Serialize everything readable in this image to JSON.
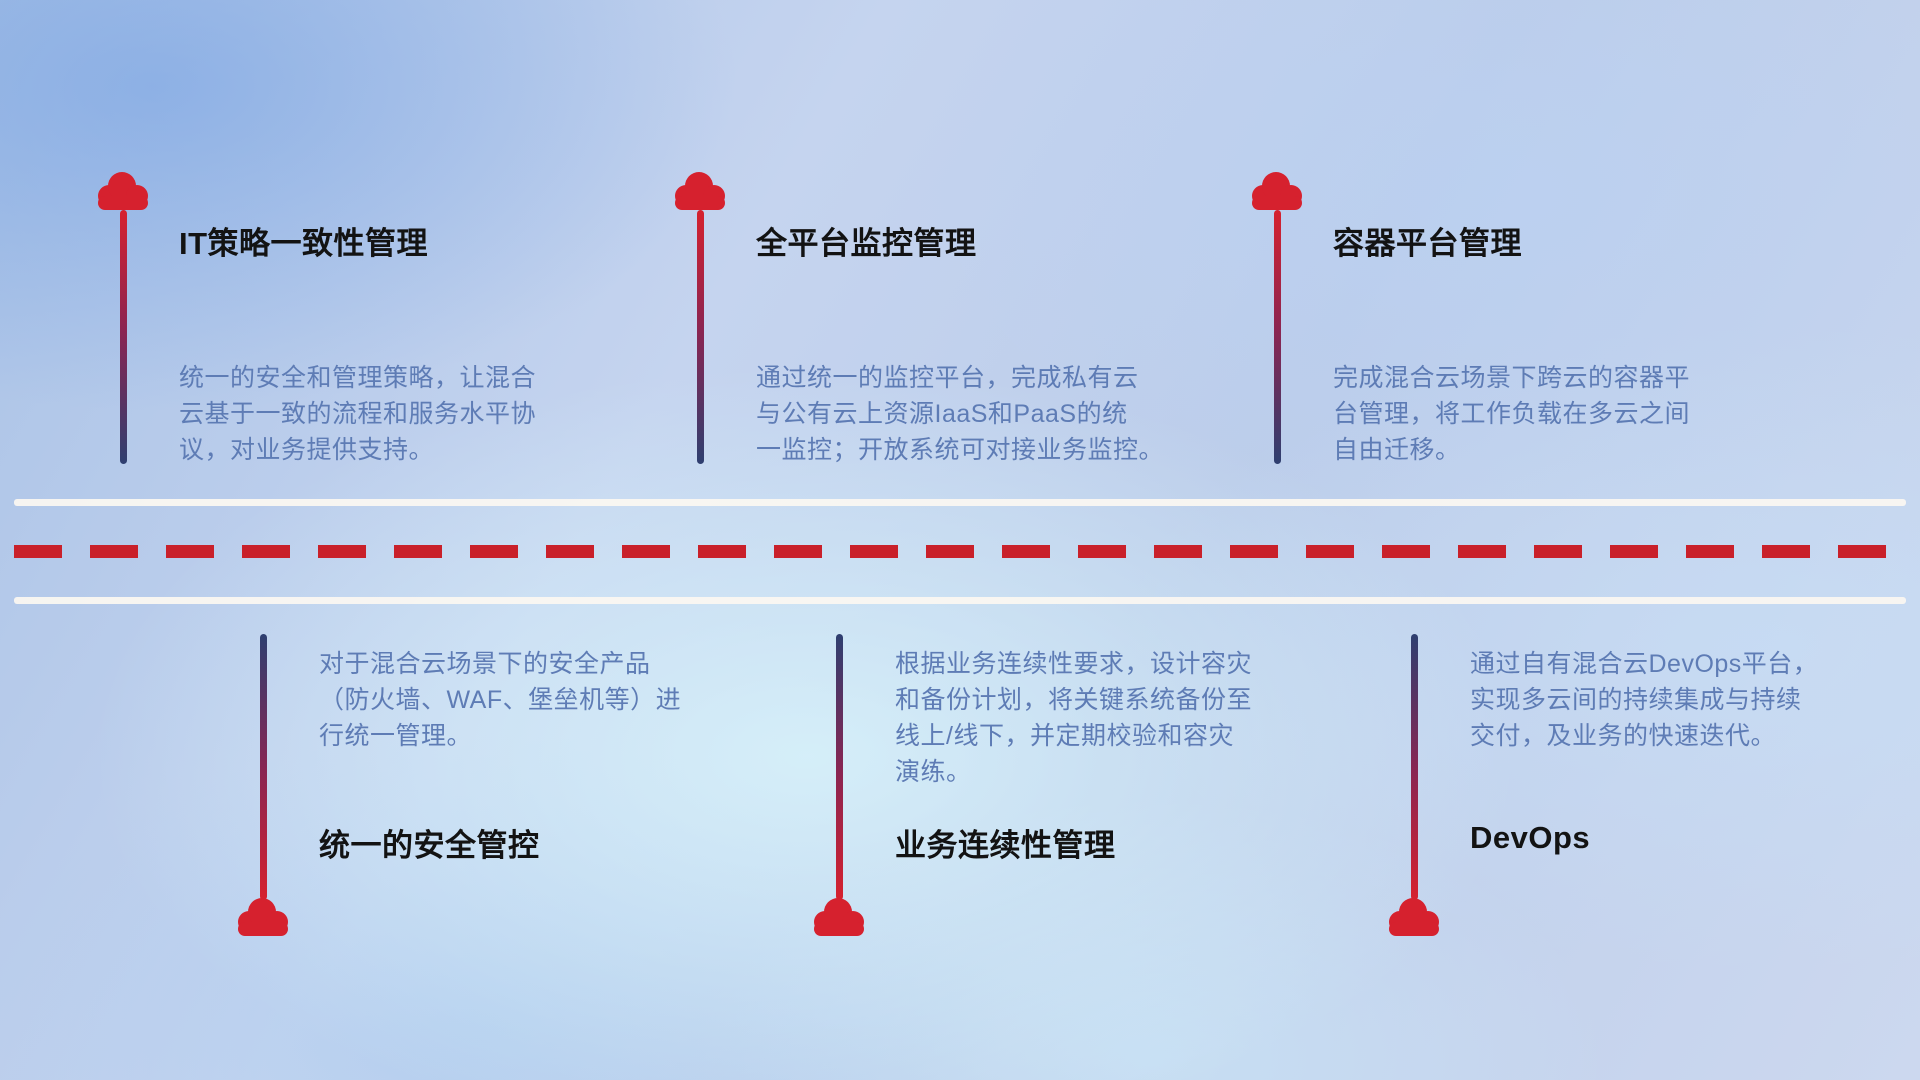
{
  "colors": {
    "cloud_red": "#d6212e",
    "connector_navy": "#2e3f70",
    "connector_purple": "#8a2552",
    "dash_red": "#c9202a",
    "road_white": "#faf7f1",
    "title_text": "#131313",
    "description_text": "#5e7cb5",
    "background_blue": "#bccdea"
  },
  "items": [
    {
      "id": "it-policy-management",
      "row": "top",
      "title": "IT策略一致性管理",
      "description": "统一的安全和管理策略，让混合\n云基于一致的流程和服务水平协\n议，对业务提供支持。"
    },
    {
      "id": "platform-monitoring",
      "row": "top",
      "title": "全平台监控管理",
      "description": "通过统一的监控平台，完成私有云\n与公有云上资源IaaS和PaaS的统\n一监控；开放系统可对接业务监控。"
    },
    {
      "id": "container-platform",
      "row": "top",
      "title": "容器平台管理",
      "description": "完成混合云场景下跨云的容器平\n台管理，将工作负载在多云之间\n自由迁移。"
    },
    {
      "id": "unified-security",
      "row": "bottom",
      "title": "统一的安全管控",
      "description": "对于混合云场景下的安全产品\n（防火墙、WAF、堡垒机等）进\n行统一管理。"
    },
    {
      "id": "business-continuity",
      "row": "bottom",
      "title": "业务连续性管理",
      "description": "根据业务连续性要求，设计容灾\n和备份计划，将关键系统备份至\n线上/线下，并定期校验和容灾\n演练。"
    },
    {
      "id": "devops",
      "row": "bottom",
      "title": "DevOps",
      "description": "通过自有混合云DevOps平台，\n实现多云间的持续集成与持续\n交付，及业务的快速迭代。"
    }
  ]
}
